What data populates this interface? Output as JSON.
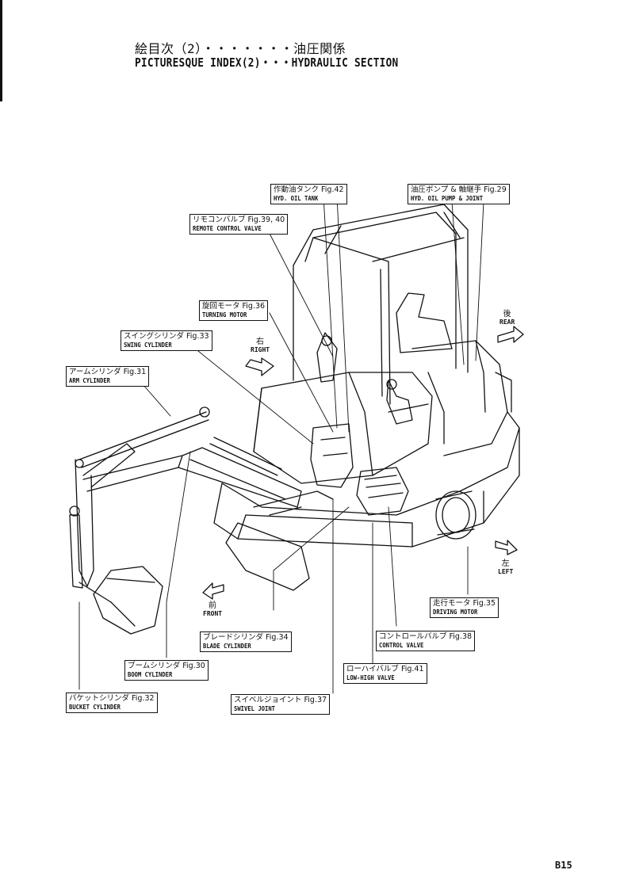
{
  "header": {
    "title_jp": "絵目次（2）・・・・・・・油圧関係",
    "title_en": "PICTURESQUE INDEX(2)・・・HYDRAULIC SECTION"
  },
  "callouts": [
    {
      "jp": "作動油タンク Fig.42",
      "en": "HYD. OIL TANK"
    },
    {
      "jp": "油圧ポンプ & 軸継手 Fig.29",
      "en": "HYD. OIL PUMP & JOINT"
    },
    {
      "jp": "リモコンバルブ Fig.39, 40",
      "en": "REMOTE CONTROL VALVE"
    },
    {
      "jp": "旋回モータ Fig.36",
      "en": "TURNING MOTOR"
    },
    {
      "jp": "スイングシリンダ Fig.33",
      "en": "SWING CYLINDER"
    },
    {
      "jp": "アームシリンダ Fig.31",
      "en": "ARM CYLINDER"
    },
    {
      "jp": "走行モータ Fig.35",
      "en": "DRIVING MOTOR"
    },
    {
      "jp": "コントロールバルブ Fig.38",
      "en": "CONTROL VALVE"
    },
    {
      "jp": "ブレードシリンダ Fig.34",
      "en": "BLADE CYLINDER"
    },
    {
      "jp": "ブームシリンダ Fig.30",
      "en": "BOOM CYLINDER"
    },
    {
      "jp": "ローハイバルブ Fig.41",
      "en": "LOW-HIGH VALVE"
    },
    {
      "jp": "バケットシリンダ Fig.32",
      "en": "BUCKET CYLINDER"
    },
    {
      "jp": "スイベルジョイント Fig.37",
      "en": "SWIVEL JOINT"
    }
  ],
  "directions": {
    "rear": {
      "jp": "後",
      "en": "REAR"
    },
    "right": {
      "jp": "右",
      "en": "RIGHT"
    },
    "left": {
      "jp": "左",
      "en": "LEFT"
    },
    "front": {
      "jp": "前",
      "en": "FRONT"
    }
  },
  "page_number": "B15"
}
